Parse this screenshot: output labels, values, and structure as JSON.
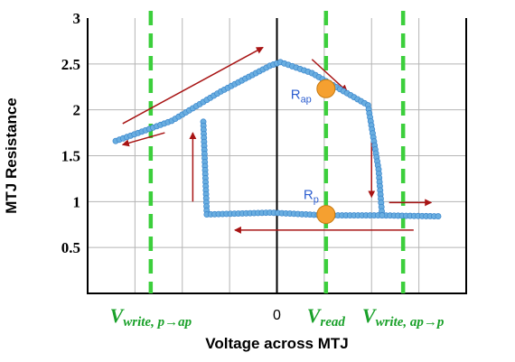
{
  "chart_data": {
    "type": "line",
    "ylabel": "MTJ Resistance",
    "xlabel": "Voltage across MTJ",
    "ylim": [
      0,
      3
    ],
    "yticks": [
      0.5,
      1,
      1.5,
      2,
      2.5,
      3
    ],
    "ytick_labels": [
      "0.5",
      "1",
      "1.5",
      "2",
      "2.5",
      "3"
    ],
    "xlim": [
      -2.7,
      2.7
    ],
    "x_zero_label": "0",
    "grid": true,
    "vlines": [
      {
        "label_main": "V",
        "label_sub": "write, p→ap",
        "x": -1.8
      },
      {
        "label_main": "V",
        "label_sub": "read",
        "x": 0.7
      },
      {
        "label_main": "V",
        "label_sub": "write, ap→p",
        "x": 1.8
      }
    ],
    "markers": [
      {
        "label_main": "R",
        "label_sub": "ap",
        "x": 0.7,
        "y": 2.23
      },
      {
        "label_main": "R",
        "label_sub": "p",
        "x": 0.7,
        "y": 0.86
      }
    ],
    "series": [
      {
        "values": [
          [
            -2.3,
            1.66
          ],
          [
            -1.5,
            1.88
          ],
          [
            -0.8,
            2.2
          ],
          [
            -0.1,
            2.48
          ],
          [
            0.05,
            2.52
          ],
          [
            0.5,
            2.4
          ],
          [
            1.3,
            2.05
          ],
          [
            1.45,
            1.35
          ],
          [
            1.5,
            0.85
          ],
          [
            2.3,
            0.84
          ]
        ]
      },
      {
        "values": [
          [
            -1.05,
            1.87
          ],
          [
            -1.0,
            0.86
          ],
          [
            -0.1,
            0.88
          ],
          [
            0.7,
            0.85
          ],
          [
            1.5,
            0.85
          ]
        ]
      }
    ],
    "colors": {
      "curve": "#6aaee0",
      "curve_line": "#2b78c4",
      "vline": "#3ccf3c",
      "arrow": "#a81414",
      "marker": "#f5a030"
    }
  }
}
